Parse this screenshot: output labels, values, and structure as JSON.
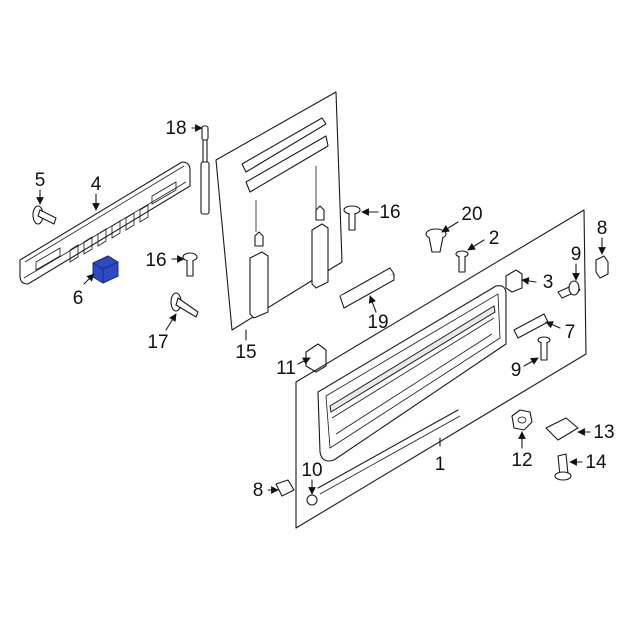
{
  "diagram": {
    "accent_color": "#2e49c4",
    "callouts": [
      {
        "id": "c1",
        "label": "1"
      },
      {
        "id": "c2",
        "label": "2"
      },
      {
        "id": "c3",
        "label": "3"
      },
      {
        "id": "c4",
        "label": "4"
      },
      {
        "id": "c5",
        "label": "5"
      },
      {
        "id": "c6",
        "label": "6",
        "highlighted": true
      },
      {
        "id": "c7",
        "label": "7"
      },
      {
        "id": "c8a",
        "label": "8"
      },
      {
        "id": "c8b",
        "label": "8"
      },
      {
        "id": "c9a",
        "label": "9"
      },
      {
        "id": "c9b",
        "label": "9"
      },
      {
        "id": "c10",
        "label": "10"
      },
      {
        "id": "c11",
        "label": "11"
      },
      {
        "id": "c12",
        "label": "12"
      },
      {
        "id": "c13",
        "label": "13"
      },
      {
        "id": "c14",
        "label": "14"
      },
      {
        "id": "c15",
        "label": "15"
      },
      {
        "id": "c16a",
        "label": "16"
      },
      {
        "id": "c16b",
        "label": "16"
      },
      {
        "id": "c17",
        "label": "17"
      },
      {
        "id": "c18",
        "label": "18"
      },
      {
        "id": "c19",
        "label": "19"
      },
      {
        "id": "c20",
        "label": "20"
      }
    ]
  }
}
